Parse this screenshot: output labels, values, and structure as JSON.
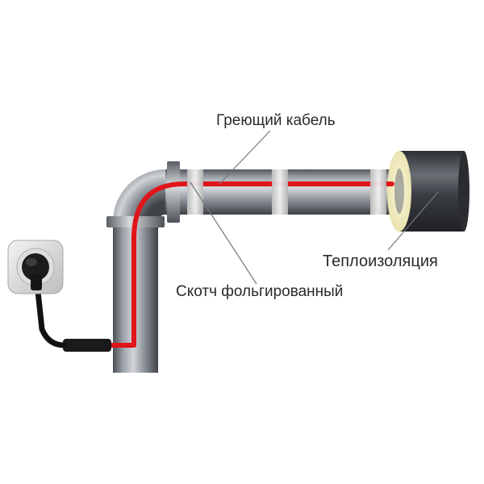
{
  "labels": {
    "heating_cable": "Греющий кабель",
    "insulation": "Теплоизоляция",
    "foil_tape": "Скотч фольгированный"
  },
  "colors": {
    "cable_red": "#e0141a",
    "plug_cord": "#111111",
    "pipe_dark": "#4d5157",
    "pipe_mid": "#8e949b",
    "pipe_light": "#c9ccd0",
    "tape": "#dcdcdc",
    "insulation_foam": "#f1ecc0",
    "leader_line": "#777777"
  },
  "icons": [
    "wall-socket-icon",
    "plug-icon"
  ]
}
